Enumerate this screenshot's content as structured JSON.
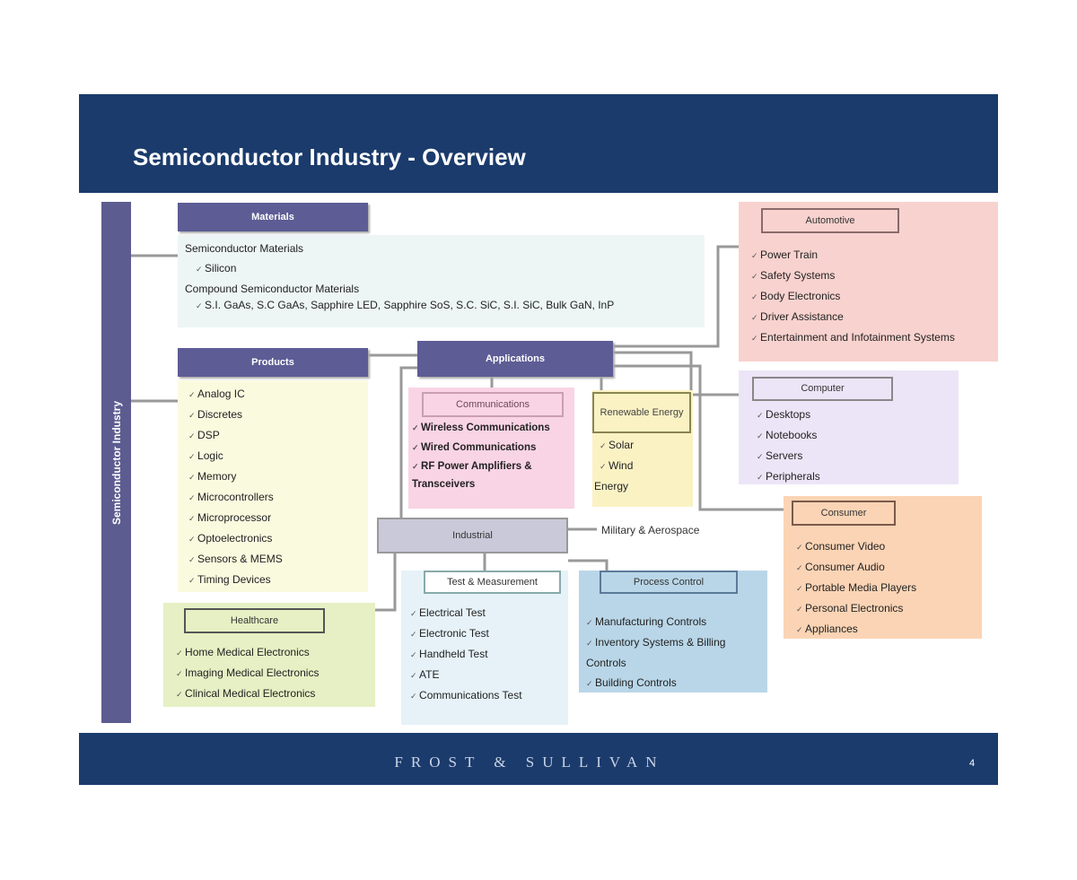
{
  "title": "Semiconductor Industry - Overview",
  "sidebar_label": "Semiconductor Industry",
  "materials": {
    "label": "Materials",
    "line1": "Semiconductor Materials",
    "item1": "Silicon",
    "line2": "Compound Semiconductor Materials",
    "item2": "S.I. GaAs, S.C GaAs, Sapphire LED, Sapphire SoS, S.C. SiC, S.I. SiC, Bulk GaN, InP"
  },
  "products": {
    "label": "Products",
    "items": [
      "Analog IC",
      "Discretes",
      "DSP",
      "Logic",
      "Memory",
      "Microcontrollers",
      "Microprocessor",
      "Optoelectronics",
      "Sensors & MEMS",
      "Timing Devices"
    ]
  },
  "applications": {
    "label": "Applications"
  },
  "communications": {
    "label": "Communications",
    "items": [
      "Wireless Communications",
      "Wired Communications",
      "RF Power Amplifiers & Transceivers"
    ]
  },
  "renewable": {
    "label": "Renewable Energy",
    "items": [
      "Solar",
      "Wind"
    ],
    "extra": "Energy"
  },
  "industrial": {
    "label": "Industrial"
  },
  "military": "Military & Aerospace",
  "test": {
    "label": "Test & Measurement",
    "items": [
      "Electrical Test",
      "Electronic Test",
      "Handheld Test",
      "ATE",
      "Communications Test"
    ]
  },
  "process": {
    "label": "Process Control",
    "items": [
      "Manufacturing Controls",
      "Inventory Systems & Billing Controls",
      "Building Controls"
    ]
  },
  "healthcare": {
    "label": "Healthcare",
    "items": [
      "Home Medical Electronics",
      "Imaging Medical Electronics",
      "Clinical Medical Electronics"
    ]
  },
  "automotive": {
    "label": "Automotive",
    "items": [
      "Power Train",
      "Safety Systems",
      "Body Electronics",
      "Driver Assistance",
      "Entertainment and Infotainment Systems"
    ]
  },
  "computer": {
    "label": "Computer",
    "items": [
      "Desktops",
      "Notebooks",
      "Servers",
      "Peripherals"
    ]
  },
  "consumer": {
    "label": "Consumer",
    "items": [
      "Consumer Video",
      "Consumer Audio",
      "Portable Media Players",
      "Personal Electronics",
      "Appliances"
    ]
  },
  "footer": {
    "brand": "FROST & SULLIVAN",
    "page": "4"
  }
}
